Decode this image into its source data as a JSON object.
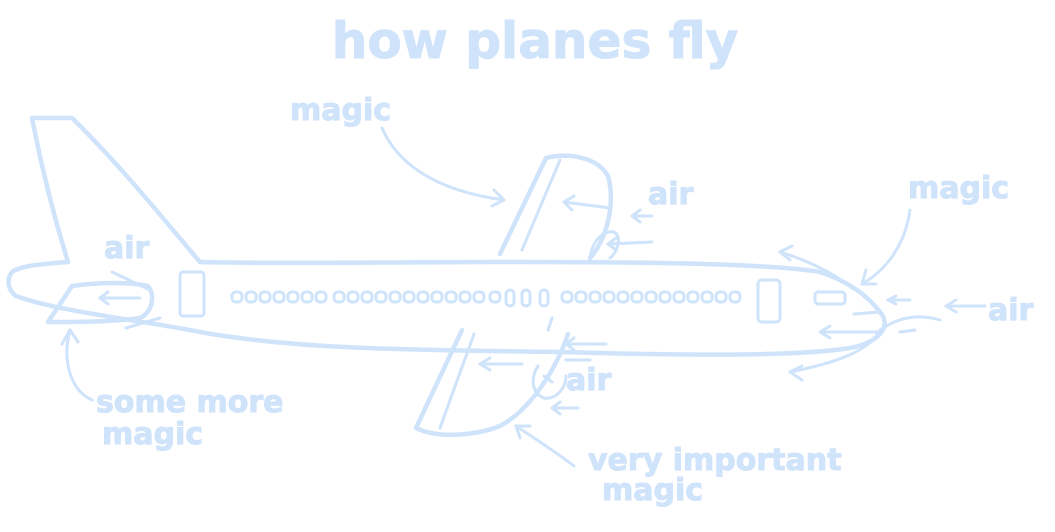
{
  "title": "how planes fly",
  "labels": {
    "magic_top": "magic",
    "air_top_wing": "air",
    "magic_nose": "magic",
    "air_nose": "air",
    "air_tail": "air",
    "some_more_magic_line1": "some more",
    "some_more_magic_line2": "magic",
    "air_bottom_wing": "air",
    "very_important_magic_line1": "very important",
    "very_important_magic_line2": "magic"
  },
  "colors": {
    "ink": "#cfe3fb",
    "background": "#ffffff"
  }
}
